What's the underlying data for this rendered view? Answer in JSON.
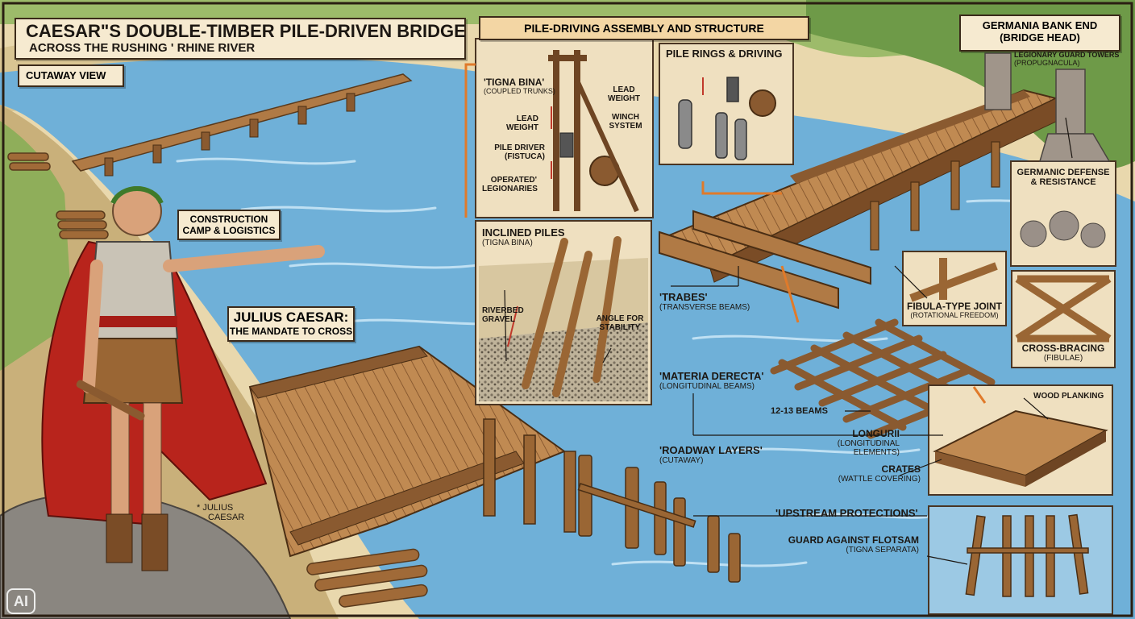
{
  "title": {
    "line1": "CAESAR\"S DOUBLE-TIMBER PILE-DRIVEN BRIDGE",
    "line2": "ACROSS THE RUSHING ' RHINE RIVER"
  },
  "cutaway": "CUTAWAY VIEW",
  "pile_section": "PILE-DRIVING ASSEMBLY AND STRUCTURE",
  "germania": {
    "title1": "GERMANIA BANK END",
    "title2": "(BRIDGE HEAD)",
    "towers1": "LEGIONARY GUARD TOWERS",
    "towers2": "(PROPUGNACULA)"
  },
  "construction": {
    "line1": "CONSTRUCTION",
    "line2": "CAMP & LOGISTICS"
  },
  "caesar": {
    "title": "JULIUS CAESAR:",
    "sub": "THE MANDATE TO CROSS",
    "caption1": "* JULIUS",
    "caption2": "CAESAR"
  },
  "tigna_bina": {
    "title": "'TIGNA BINA'",
    "sub": "(COUPLED TRUNKS)"
  },
  "lead_weight_left": {
    "line1": "LEAD",
    "line2": "WEIGHT"
  },
  "lead_weight_right": {
    "line1": "LEAD",
    "line2": "WEIGHT"
  },
  "winch": {
    "line1": "WINCH",
    "line2": "SYSTEM"
  },
  "pile_driver": {
    "line1": "PILE DRIVER",
    "line2": "(FISTUCA)"
  },
  "operated": {
    "line1": "OPERATED'",
    "line2": "LEGIONARIES"
  },
  "pile_rings": "PILE RINGS & DRIVING",
  "inclined": {
    "title": "INCLINED PILES",
    "sub": "(TIGNA BINA)"
  },
  "riverbed": {
    "line1": "RIVERBED",
    "line2": "GRAVEL"
  },
  "angle": {
    "line1": "ANGLE FOR",
    "line2": "STABILITY"
  },
  "trabes": {
    "title": "'TRABES'",
    "sub": "(TRANSVERSE BEAMS)"
  },
  "germanic": {
    "line1": "GERMANIC DEFENSE",
    "line2": "& RESISTANCE"
  },
  "fibula_joint": {
    "title": "FIBULA-TYPE JOINT",
    "sub": "(ROTATIONAL FREEDOM)"
  },
  "cross_bracing": {
    "title": "CROSS-BRACING",
    "sub": "(FIBULAE)"
  },
  "materia": {
    "title": "'MATERIA DERECTA'",
    "sub": "(LONGITUDINAL BEAMS)"
  },
  "beams_count": "12-13 BEAMS",
  "wood_planking": "WOOD PLANKING",
  "longurii": {
    "title": "LONGURII",
    "sub": "(LONGITUDINAL ELEMENTS)"
  },
  "roadway": {
    "title": "'ROADWAY LAYERS'",
    "sub": "(CUTAWAY)"
  },
  "crates": {
    "title": "CRATES",
    "sub": "(WATTLE COVERING)"
  },
  "upstream": "'UPSTREAM PROTECTIONS'",
  "flotsam": {
    "title": "GUARD AGAINST FLOTSAM",
    "sub": "(TIGNA SEPARATA)"
  },
  "watermark": "AI",
  "colors": {
    "water": "#6fb0d8",
    "water_light": "#a9d3ec",
    "wood": "#b07a45",
    "wood_dark": "#6e4523",
    "grass": "#8fae5a",
    "sand": "#e6cf9a",
    "cloak": "#b8241c",
    "accent": "#e07a2a",
    "stone": "#8a8680"
  }
}
